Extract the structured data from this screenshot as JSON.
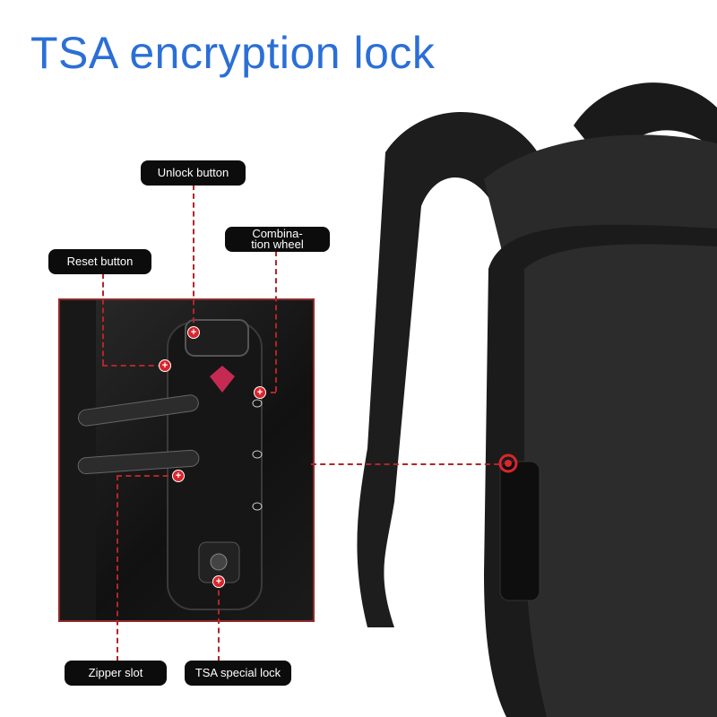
{
  "title": "TSA encryption lock",
  "callouts": {
    "unlock_button": "Unlock button",
    "combination_wheel": "Combina-\ntion wheel",
    "reset_button": "Reset button",
    "zipper_slot": "Zipper slot",
    "tsa_special_lock": "TSA special lock"
  },
  "colors": {
    "title": "#2b6fd6",
    "callout_line": "#b3252a",
    "label_bg": "#0c0c0c"
  }
}
